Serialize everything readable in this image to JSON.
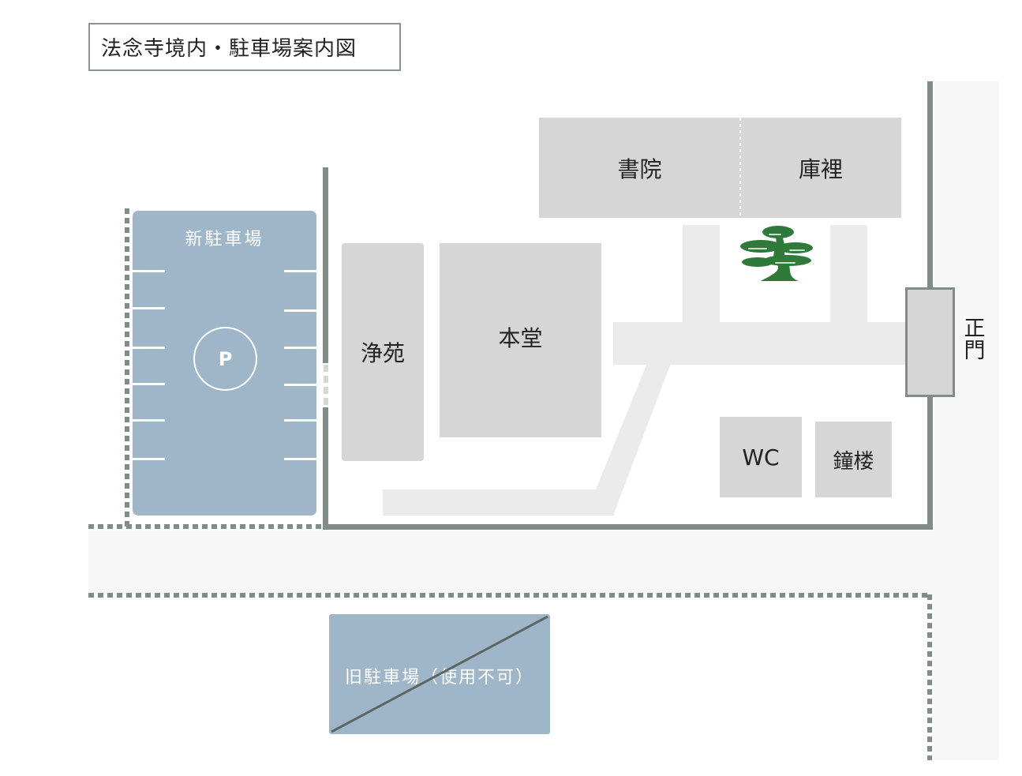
{
  "title": "法念寺境内・駐車場案内図",
  "buildings": {
    "shoin": "書院",
    "kuri": "庫裡",
    "joen": "浄苑",
    "hondo": "本堂",
    "wc": "WC",
    "shoro": "鐘楼"
  },
  "gate": {
    "line1": "正",
    "line2": "門"
  },
  "new_parking": {
    "label": "新駐車場",
    "symbol": "P"
  },
  "old_parking": {
    "label": "旧駐車場（使用不可）"
  },
  "colors": {
    "parking": "#9fb6c9",
    "building": "#d6d6d6",
    "path": "#ebebeb",
    "wall": "#7f8c88",
    "road": "#f7f7f7",
    "pine": "#2f7a3a"
  }
}
